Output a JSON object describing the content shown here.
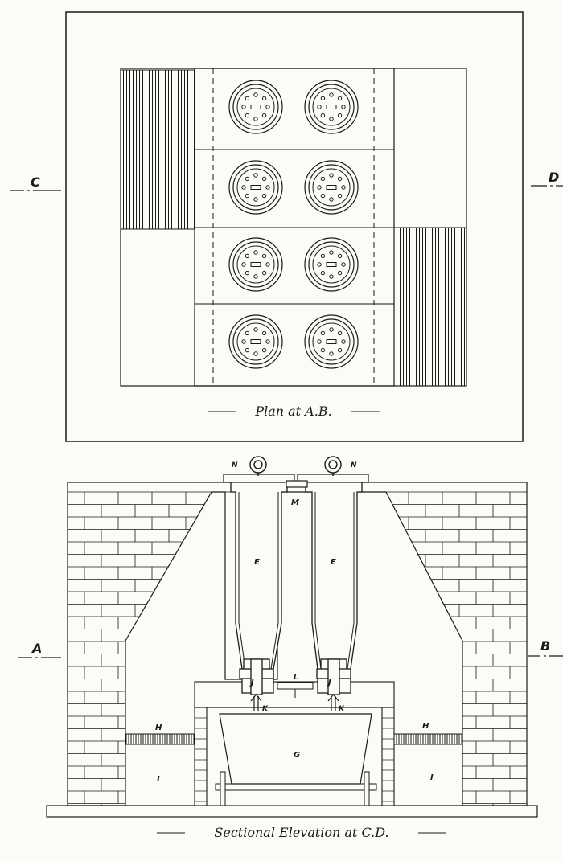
{
  "plan": {
    "caption": "Plan at A.B.",
    "section_marks": {
      "left": "C",
      "right": "D"
    }
  },
  "elevation": {
    "caption": "Sectional Elevation at C.D.",
    "section_marks": {
      "left": "A",
      "right": "B"
    },
    "labels": {
      "N_left": "N",
      "N_right": "N",
      "M": "M",
      "E_left": "E",
      "E_right": "E",
      "L": "L",
      "J_left": "J",
      "J_right": "J",
      "K_left": "K",
      "K_right": "K",
      "H_left": "H",
      "H_right": "H",
      "G": "G",
      "I_left": "I",
      "I_right": "I"
    }
  },
  "colors": {
    "ink": "#1a1a1a",
    "paper": "#fbfbf8"
  }
}
